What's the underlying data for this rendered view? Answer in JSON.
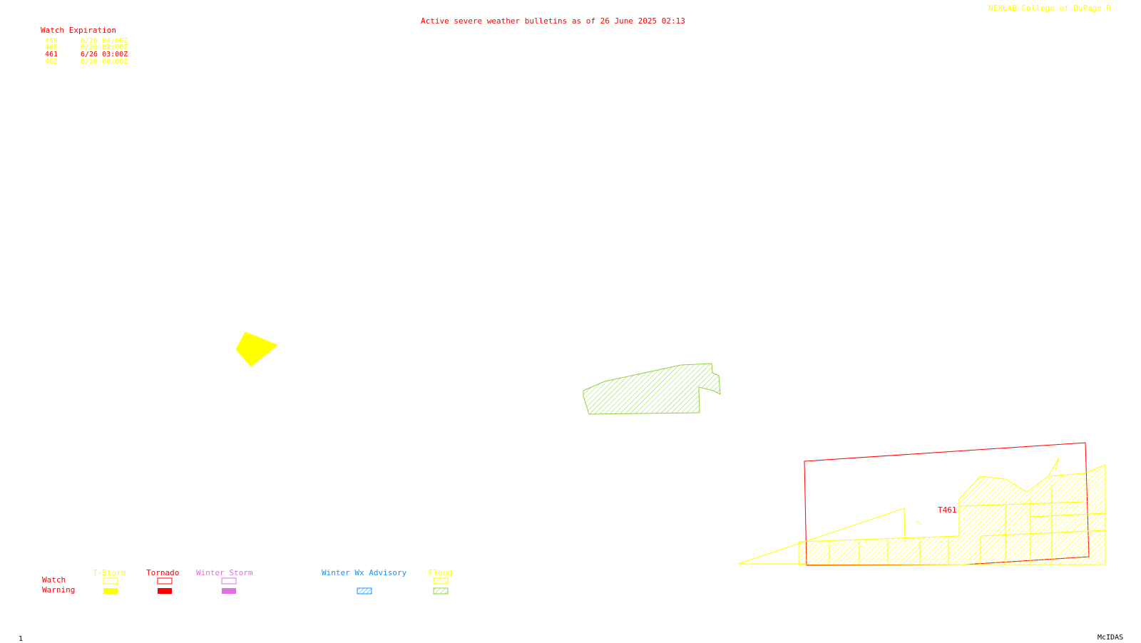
{
  "header": {
    "title": "Active severe weather bulletins as of 26 June 2025 02:13",
    "credit": "NEXLAB-College of DuPage R"
  },
  "watch_expiration": {
    "heading": "Watch Expiration",
    "rows": [
      {
        "number": "459",
        "expires": "6/26 04:00Z",
        "color": "#ffff00"
      },
      {
        "number": "460",
        "expires": "6/26 03:00Z",
        "color": "#ffff00"
      },
      {
        "number": "461",
        "expires": "6/26 03:00Z",
        "color": "#ff0000"
      },
      {
        "number": "462",
        "expires": "6/26 08:00Z",
        "color": "#ffff00"
      }
    ]
  },
  "map": {
    "watch_label": "T461",
    "colors": {
      "tstorm": "#ffff00",
      "tornado": "#ff0000",
      "winter_storm": "#e070e0",
      "winter_advisory": "#1e90ff",
      "flood": "#90d040"
    }
  },
  "legend": {
    "row_watch": "Watch",
    "row_warning": "Warning",
    "categories": {
      "tstorm": "T-Storm",
      "tornado": "Tornado",
      "winter_storm": "Winter Storm",
      "winter_advisory": "Winter Wx Advisory",
      "flood": "Flood"
    }
  },
  "footer": {
    "frame_number": "1",
    "software": "McIDAS"
  }
}
